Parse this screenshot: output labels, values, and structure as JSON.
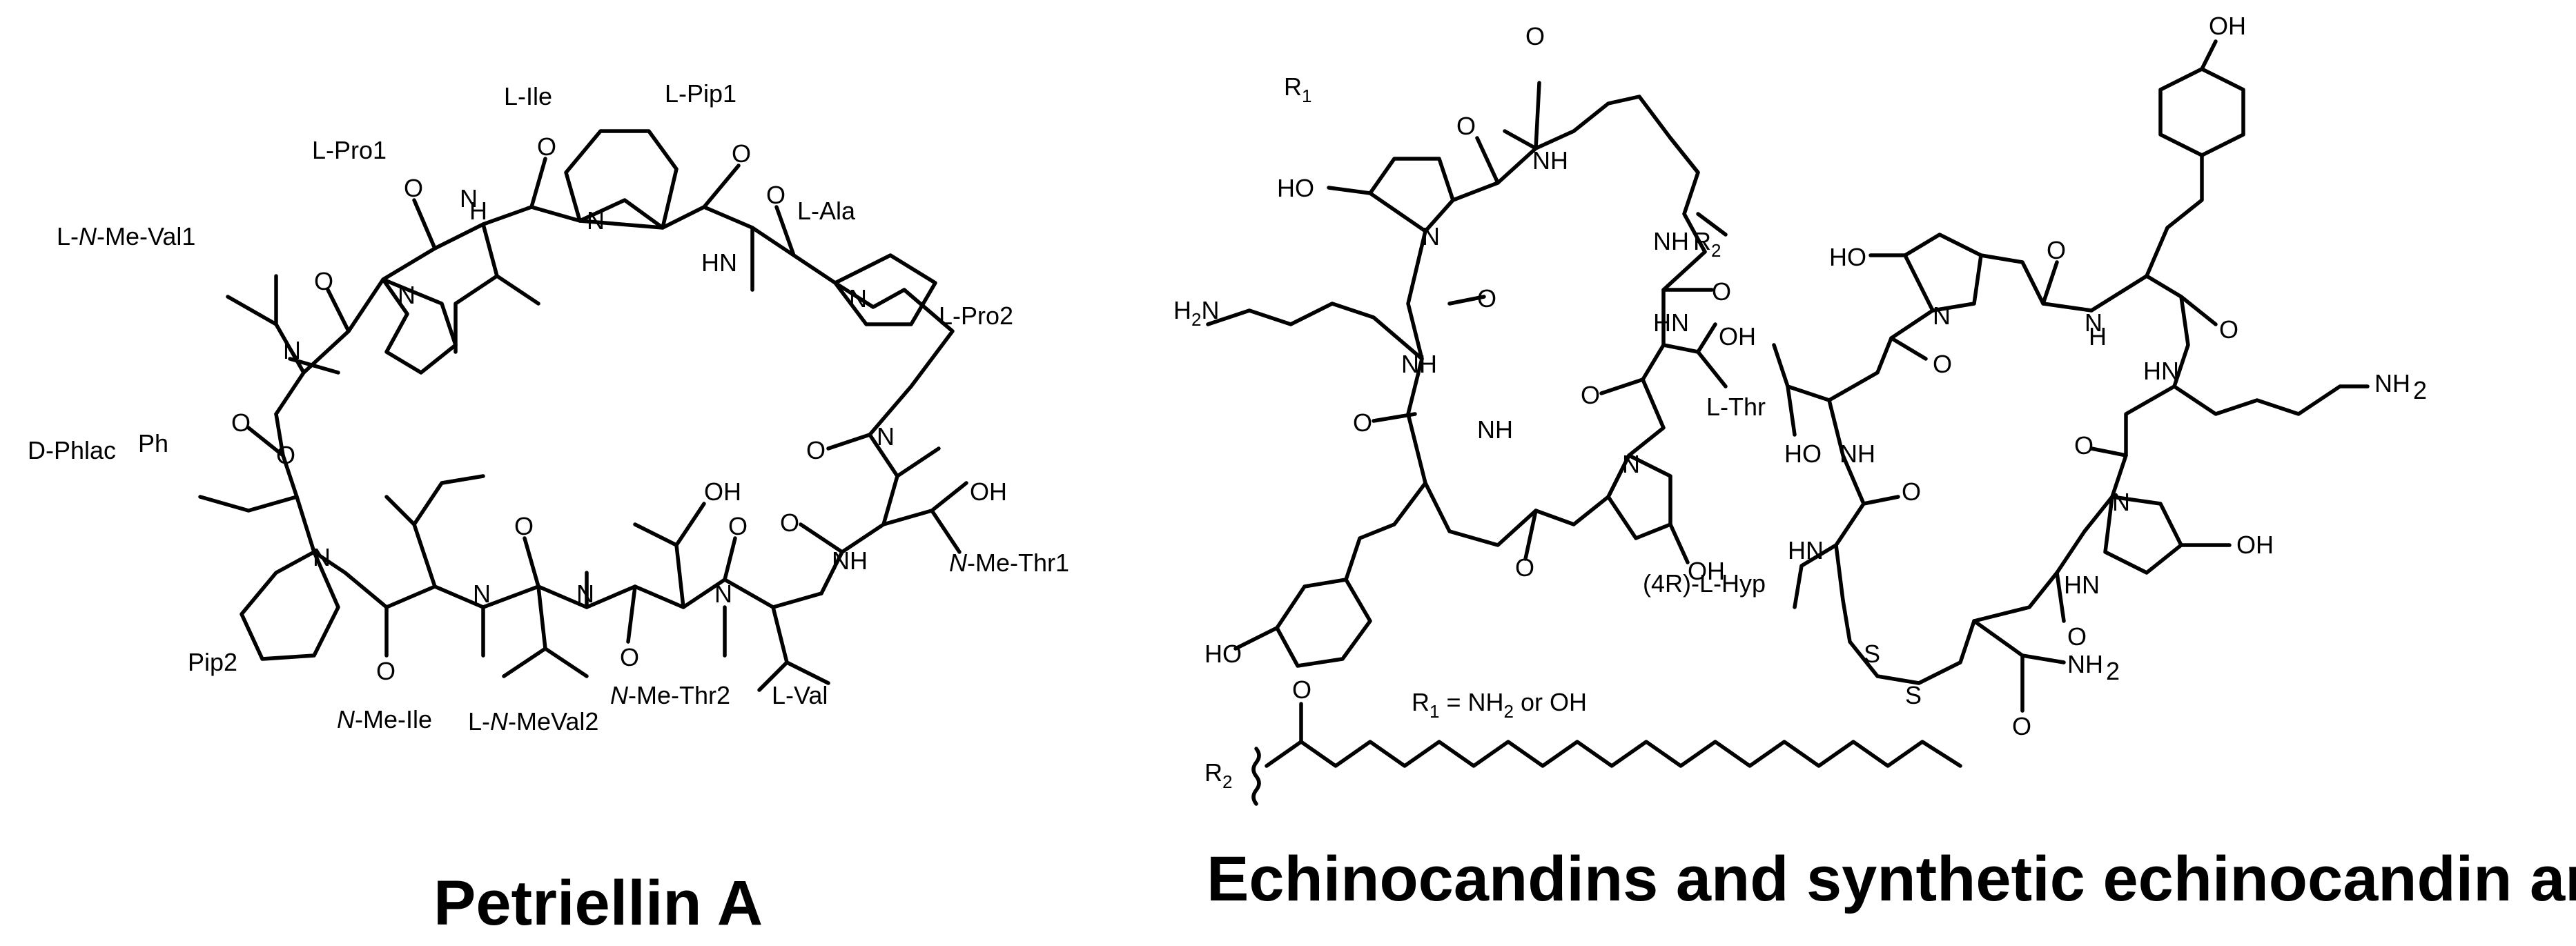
{
  "titles": {
    "left": "Petriellin A",
    "right": "Echinocandins and synthetic echinocandin analogs"
  },
  "petriellin_labels": {
    "l_ile": "L-Ile",
    "l_pip1": "L-Pip1",
    "l_pro1": "L-Pro1",
    "l_ala": "L-Ala",
    "l_nmeval1_pre": "L-",
    "l_nmeval1_n": "N",
    "l_nmeval1_post": "-Me-Val1",
    "l_pro2": "L-Pro2",
    "d_phlac": "D-Phlac",
    "ph": "Ph",
    "nmethr1_n": "N",
    "nmethr1_post": "-Me-Thr1",
    "pip2": "Pip2",
    "nmeile_n": "N",
    "nmeile_post": "-Me-Ile",
    "lnmeval2_pre": "L-",
    "lnmeval2_n": "N",
    "lnmeval2_post": "-MeVal2",
    "nmethr2_n": "N",
    "nmethr2_post": "-Me-Thr2",
    "l_val": "L-Val"
  },
  "echino_labels": {
    "r1": "R",
    "r1_sub": "1",
    "h2n": "H",
    "h2n_sub": "2",
    "h2n_n": "N",
    "nh_r2": "NH",
    "r2_after": "R",
    "r2_sub": "2",
    "l_thr": "L-Thr",
    "hyp": "(4R)-L-Hyp",
    "r1_def_a": "R",
    "r1_def_sub": "1",
    "r1_def_b": " = NH",
    "r1_def_sub2": "2",
    "r1_def_c": " or OH",
    "r2_def": "R",
    "r2_def_sub": "2"
  }
}
